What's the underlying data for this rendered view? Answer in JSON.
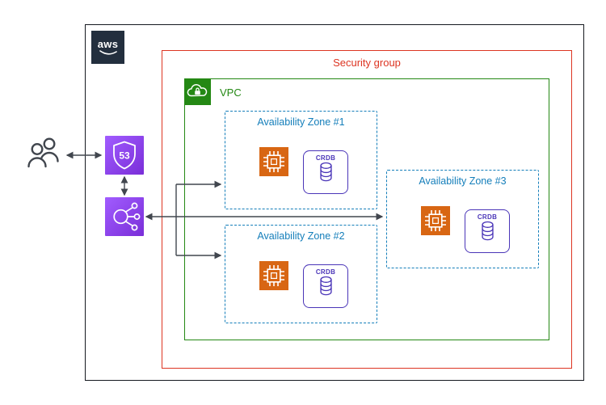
{
  "logo": {
    "text": "aws"
  },
  "boundaries": {
    "security_group": {
      "label": "Security group",
      "color": "#dd3522"
    },
    "vpc": {
      "label": "VPC",
      "color": "#248814"
    }
  },
  "zones": [
    {
      "label": "Availability Zone #1",
      "db_label": "CRDB"
    },
    {
      "label": "Availability Zone #2",
      "db_label": "CRDB"
    },
    {
      "label": "Availability Zone #3",
      "db_label": "CRDB"
    }
  ],
  "icons": {
    "route53_number": "53",
    "users": "users-icon",
    "route53": "route53-shield-icon",
    "load_balancer": "load-balancer-icon",
    "ec2": "ec2-instance-icon",
    "database": "database-cylinder-icon",
    "vpc": "vpc-cloud-lock-icon"
  },
  "colors": {
    "availability_zone_blue": "#147eba",
    "compute_orange": "#d86613",
    "crdb_purple": "#4a35b8",
    "network_purple": "#8c4fff",
    "arrow_gray": "#41464e",
    "aws_dark": "#232f3e"
  }
}
